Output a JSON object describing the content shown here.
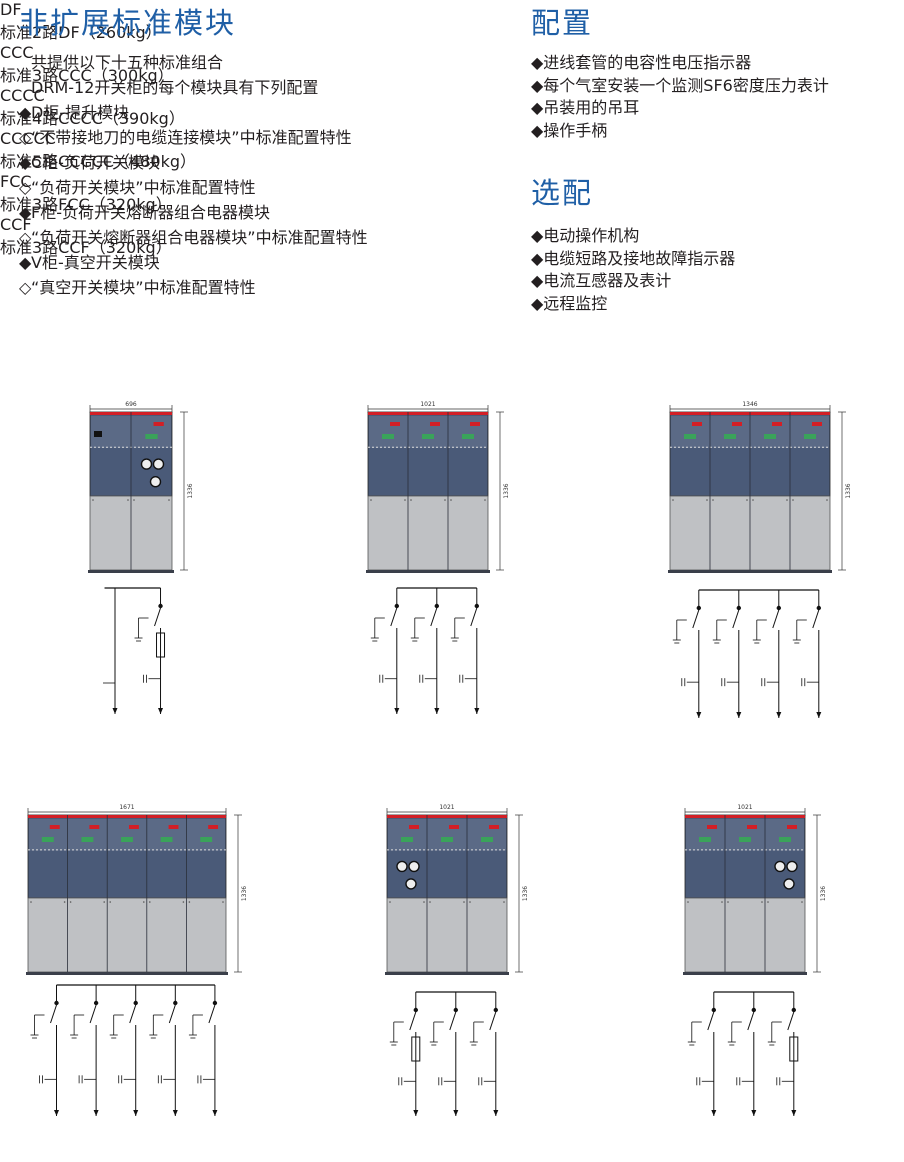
{
  "left": {
    "title": "非扩展标准模块",
    "lines": [
      {
        "marker": "",
        "text": "共提供以下十五种标准组合"
      },
      {
        "marker": "",
        "text": "DRM-12开关柜的每个模块具有下列配置"
      },
      {
        "marker": "◆",
        "text": "D柜-提升模块"
      },
      {
        "marker": "◇",
        "text": "“不带接地刀的电缆连接模块”中标准配置特性"
      },
      {
        "marker": "◆",
        "text": "C柜-负荷开关模块"
      },
      {
        "marker": "◇",
        "text": "“负荷开关模块”中标准配置特性"
      },
      {
        "marker": "◆",
        "text": "F柜-负荷开关熔断器组合电器模块"
      },
      {
        "marker": "◇",
        "text": "“负荷开关熔断器组合电器模块”中标准配置特性"
      },
      {
        "marker": "◆",
        "text": "V柜-真空开关模块"
      },
      {
        "marker": "◇",
        "text": "“真空开关模块”中标准配置特性"
      }
    ]
  },
  "config": {
    "title": "配置",
    "items": [
      "◆进线套管的电容性电压指示器",
      "◆每个气室安装一个监测SF6密度压力表计",
      "◆吊装用的吊耳",
      "◆操作手柄"
    ]
  },
  "options": {
    "title": "选配",
    "items": [
      "◆电动操作机构",
      "◆电缆短路及接地故障指示器",
      "◆电流互感器及表计",
      "◆远程监控"
    ]
  },
  "panels": [
    {
      "title": "DF",
      "width_label": "696",
      "height_label": "1336",
      "caption": "标准2路DF（260kg）"
    },
    {
      "title": "CCC",
      "width_label": "1021",
      "height_label": "1336",
      "caption": "标准3路CCC（300kg）"
    },
    {
      "title": "CCCC",
      "width_label": "1346",
      "height_label": "1336",
      "caption": "标准4路CCCC（390kg）"
    },
    {
      "title": "CCCCC",
      "width_label": "1671",
      "height_label": "1336",
      "caption": "标准5路CCCCC（480kg）"
    },
    {
      "title": "FCC",
      "width_label": "1021",
      "height_label": "1336",
      "caption": "标准3路FCC（320kg）"
    },
    {
      "title": "CCF",
      "width_label": "1021",
      "height_label": "1336",
      "caption": "标准3路CCF（320kg）"
    }
  ],
  "colors": {
    "accent": "#1f5fa6",
    "cabinet_upper": "#4a5a78",
    "cabinet_lower": "#bfc1c4",
    "red_bar": "#d21f26"
  }
}
